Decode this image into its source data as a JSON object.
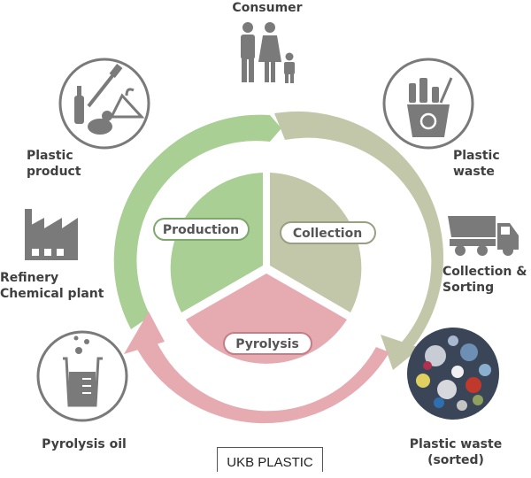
{
  "diagram": {
    "stations": {
      "consumer": "Consumer",
      "plastic_product_l1": "Plastic",
      "plastic_product_l2": "product",
      "plastic_waste_l1": "Plastic",
      "plastic_waste_l2": "waste",
      "refinery_l1": "Refinery",
      "refinery_l2": "Chemical plant",
      "collection_sorting_l1": "Collection &",
      "collection_sorting_l2": "Sorting",
      "pyrolysis_oil": "Pyrolysis oil",
      "sorted_waste_l1": "Plastic waste",
      "sorted_waste_l2": "(sorted)"
    },
    "segments": {
      "production": "Production",
      "collection": "Collection",
      "pyrolysis": "Pyrolysis"
    },
    "brand": "UKB PLASTIC"
  },
  "colors": {
    "green": "#a9cf95",
    "khaki": "#c3c7a9",
    "pink": "#e6aab1",
    "icon_gray": "#7a7a7a"
  }
}
